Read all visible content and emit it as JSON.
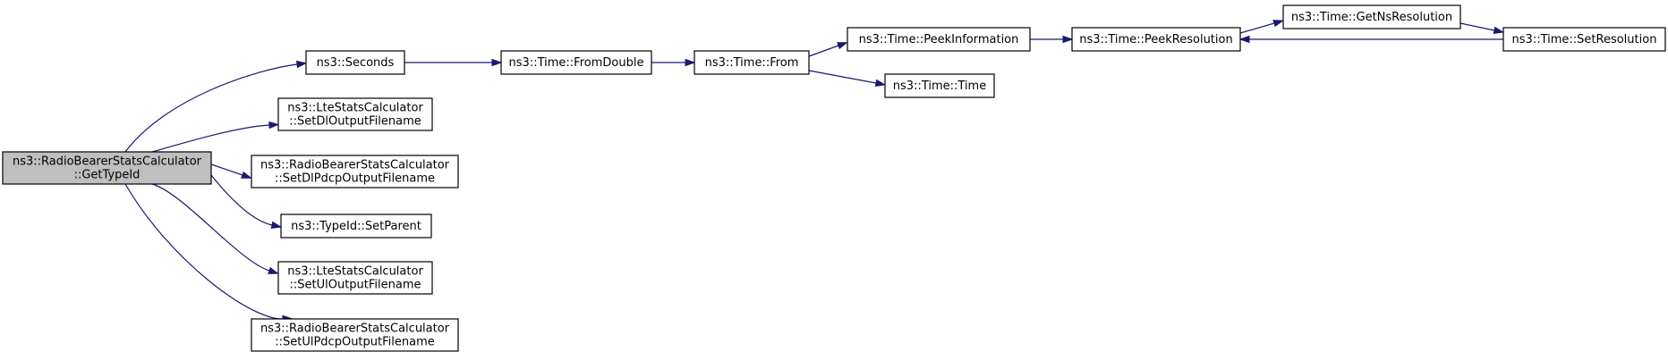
{
  "colors": {
    "background": "#ffffff",
    "node_fill": "#ffffff",
    "root_fill": "#bfbfbf",
    "node_border": "#000000",
    "edge": "#191970",
    "text": "#000000"
  },
  "nodes": [
    {
      "id": "get-type-id",
      "lines": [
        "ns3::RadioBearerStatsCalculator",
        "::GetTypeId"
      ],
      "root": true
    },
    {
      "id": "seconds",
      "lines": [
        "ns3::Seconds"
      ]
    },
    {
      "id": "set-dl-output-filename",
      "lines": [
        "ns3::LteStatsCalculator",
        "::SetDlOutputFilename"
      ]
    },
    {
      "id": "set-dl-pdcp-output-filename",
      "lines": [
        "ns3::RadioBearerStatsCalculator",
        "::SetDlPdcpOutputFilename"
      ]
    },
    {
      "id": "set-parent",
      "lines": [
        "ns3::TypeId::SetParent"
      ]
    },
    {
      "id": "set-ul-output-filename",
      "lines": [
        "ns3::LteStatsCalculator",
        "::SetUlOutputFilename"
      ]
    },
    {
      "id": "set-ul-pdcp-output-filename",
      "lines": [
        "ns3::RadioBearerStatsCalculator",
        "::SetUlPdcpOutputFilename"
      ]
    },
    {
      "id": "from-double",
      "lines": [
        "ns3::Time::FromDouble"
      ]
    },
    {
      "id": "from",
      "lines": [
        "ns3::Time::From"
      ]
    },
    {
      "id": "peek-information",
      "lines": [
        "ns3::Time::PeekInformation"
      ]
    },
    {
      "id": "time",
      "lines": [
        "ns3::Time::Time"
      ]
    },
    {
      "id": "peek-resolution",
      "lines": [
        "ns3::Time::PeekResolution"
      ]
    },
    {
      "id": "get-ns-resolution",
      "lines": [
        "ns3::Time::GetNsResolution"
      ]
    },
    {
      "id": "set-resolution",
      "lines": [
        "ns3::Time::SetResolution"
      ]
    }
  ],
  "edges": [
    {
      "from": "get-type-id",
      "to": "seconds"
    },
    {
      "from": "get-type-id",
      "to": "set-dl-output-filename"
    },
    {
      "from": "get-type-id",
      "to": "set-dl-pdcp-output-filename"
    },
    {
      "from": "get-type-id",
      "to": "set-parent"
    },
    {
      "from": "get-type-id",
      "to": "set-ul-output-filename"
    },
    {
      "from": "get-type-id",
      "to": "set-ul-pdcp-output-filename"
    },
    {
      "from": "seconds",
      "to": "from-double"
    },
    {
      "from": "from-double",
      "to": "from"
    },
    {
      "from": "from",
      "to": "peek-information"
    },
    {
      "from": "from",
      "to": "time"
    },
    {
      "from": "peek-information",
      "to": "peek-resolution"
    },
    {
      "from": "peek-resolution",
      "to": "get-ns-resolution"
    },
    {
      "from": "get-ns-resolution",
      "to": "set-resolution"
    },
    {
      "from": "set-resolution",
      "to": "peek-resolution"
    }
  ]
}
